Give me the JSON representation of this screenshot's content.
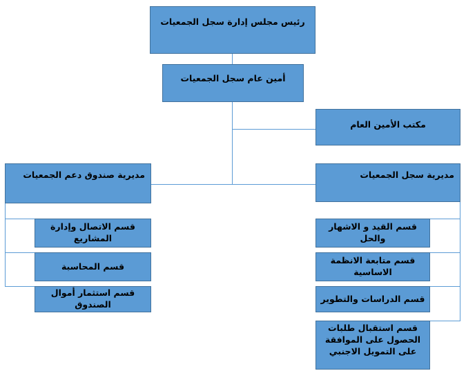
{
  "chart": {
    "chairman": "رئيس مجلس إدارة سجل الجمعيات",
    "secretary_general": "أمين عام سجل الجمعيات",
    "office": "مكتب الأمين العام",
    "registry_directorate": "مديرية سجل الجمعيات",
    "fund_directorate": "مديرية صندوق دعم الجمعيات",
    "fund_sections": [
      "قسم الاتصال وإدارة المشاريع",
      "قسم المحاسبة",
      "قسم استثمار أموال الصندوق"
    ],
    "registry_sections": [
      "قسم القيد و الاشهار والحل",
      "قسم متابعة الانظمة الاساسية",
      "قسم الدراسات والتطوير",
      "قسم استقبال طلبات الحصول على الموافقة على التمويل الاجنبي"
    ]
  },
  "colors": {
    "box_fill": "#5b9bd5",
    "box_border": "#41719c",
    "line": "#5b9bd5"
  }
}
